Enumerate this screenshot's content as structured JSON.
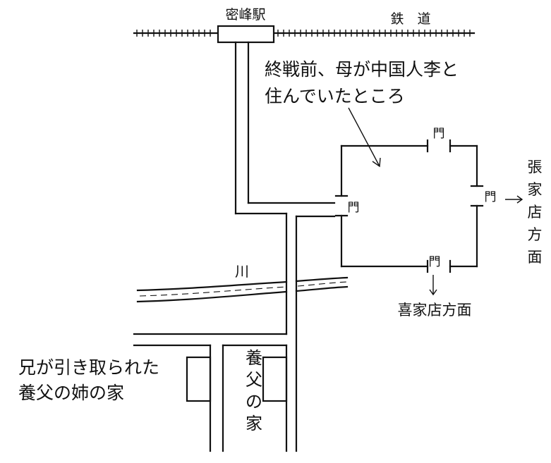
{
  "map": {
    "station": "密峰駅",
    "railway": "鉄　道",
    "note_line1": "終戦前、母が中国人李と",
    "note_line2": "住んでいたところ",
    "gate": "門",
    "east_dir": [
      "張",
      "家",
      "店",
      "方",
      "面"
    ],
    "south_dir": "喜家店方面",
    "river": "川",
    "adoptive_home": [
      "養",
      "父",
      "の",
      "家"
    ],
    "sister_home_line1": "兄が引き取られた",
    "sister_home_line2": "養父の姉の家"
  }
}
